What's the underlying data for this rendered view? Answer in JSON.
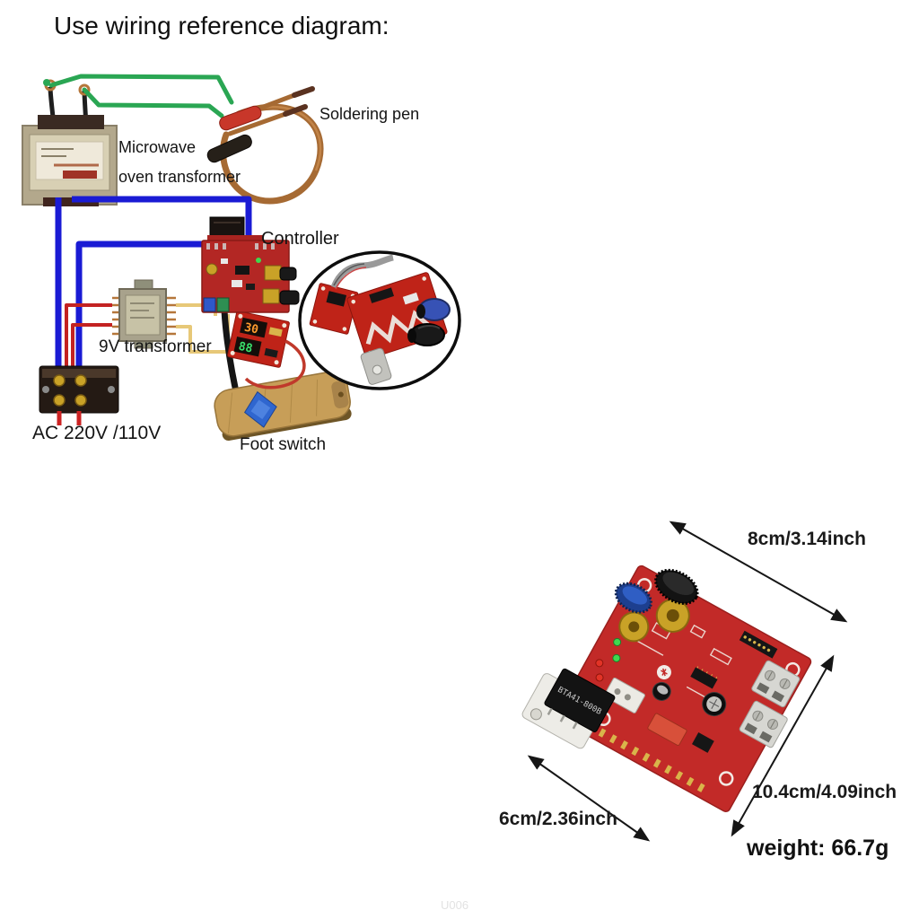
{
  "title": "Use wiring reference diagram:",
  "wiring_diagram": {
    "labels": {
      "microwave_line1": "Microwave",
      "microwave_line2": "oven transformer",
      "soldering_pen": "Soldering pen",
      "controller": "Controller",
      "nine_v_transformer": "9V transformer",
      "ac_input": "AC 220V /110V",
      "foot_switch": "Foot switch"
    },
    "display": {
      "digits_top": "30",
      "digits_bottom": "88"
    },
    "colors": {
      "green_wire": "#2aa653",
      "blue_wire": "#1a1bd4",
      "red_wire": "#c32222",
      "yellow_wire": "#e7c878",
      "controller_pcb_red": "#b32724"
    }
  },
  "product_photo": {
    "dimension_width": "8cm/3.14inch",
    "dimension_length": "10.4cm/4.09inch",
    "dimension_height": "6cm/2.36inch",
    "weight": "weight: 66.7g",
    "triac_marking": "BTA41-800B",
    "board_color": "#c22a28"
  },
  "watermark": "U006"
}
